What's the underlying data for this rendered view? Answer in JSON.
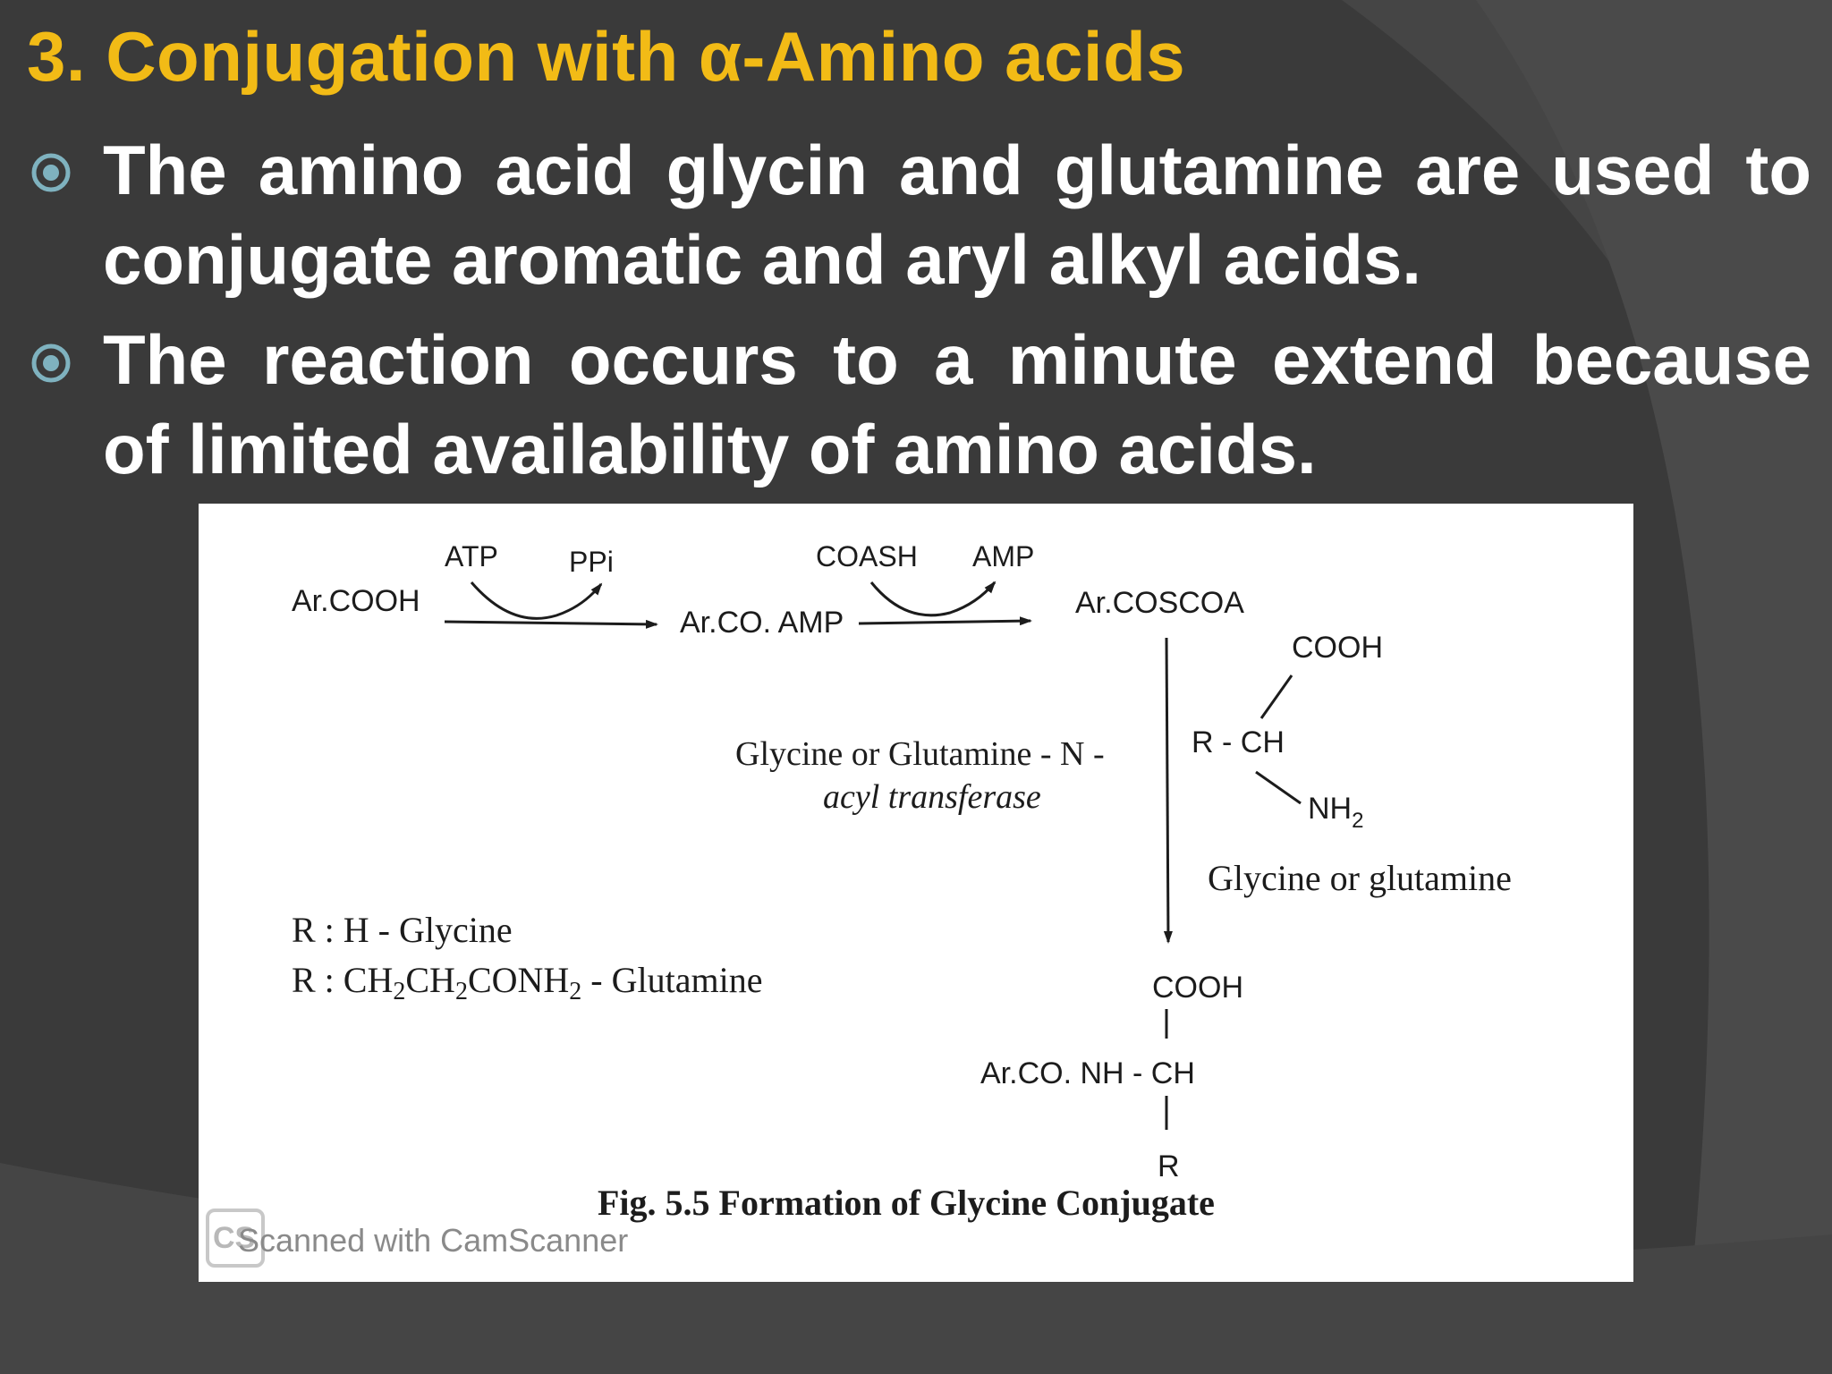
{
  "slide": {
    "title": "3. Conjugation with  α-Amino acids",
    "bullets": [
      {
        "line1": "The amino acid glycin and glutamine are used to",
        "line2": "conjugate aromatic and aryl alkyl acids."
      },
      {
        "line1": "The reaction occurs to a minute extend because",
        "line2": "of limited availability of amino acids."
      }
    ],
    "colors": {
      "background": "#3a3a3a",
      "title": "#f2bb16",
      "text": "#ffffff",
      "bullet_icon": "#7fb2bf"
    },
    "bullet_icon": "circled-dot-icon"
  },
  "figure": {
    "reactant": "Ar.COOH",
    "step1_in": "ATP",
    "step1_out": "PPi",
    "intermediate1": "Ar.CO. AMP",
    "step2_in": "COASH",
    "step2_out": "AMP",
    "intermediate2": "Ar.COSCOA",
    "enzyme_line1": "Glycine or Glutamine -  N -",
    "enzyme_line2": "acyl transferase",
    "aa_top": "COOH",
    "aa_center": "R - CH",
    "aa_bottom": "NH",
    "aa_bottom_sub": "2",
    "aa_label": "Glycine or glutamine",
    "r_def1": "R : H - Glycine",
    "r_def2_a": "R : CH",
    "r_def2_s1": "2",
    "r_def2_b": "CH",
    "r_def2_s2": "2",
    "r_def2_c": "CONH",
    "r_def2_s3": "2",
    "r_def2_d": " - Glutamine",
    "product_top": "COOH",
    "product_center": "Ar.CO. NH - CH",
    "product_bottom": "R",
    "caption": "Fig. 5.5 Formation of Glycine Conjugate",
    "watermark_logo": "CS",
    "watermark": "Scanned with CamScanner"
  }
}
